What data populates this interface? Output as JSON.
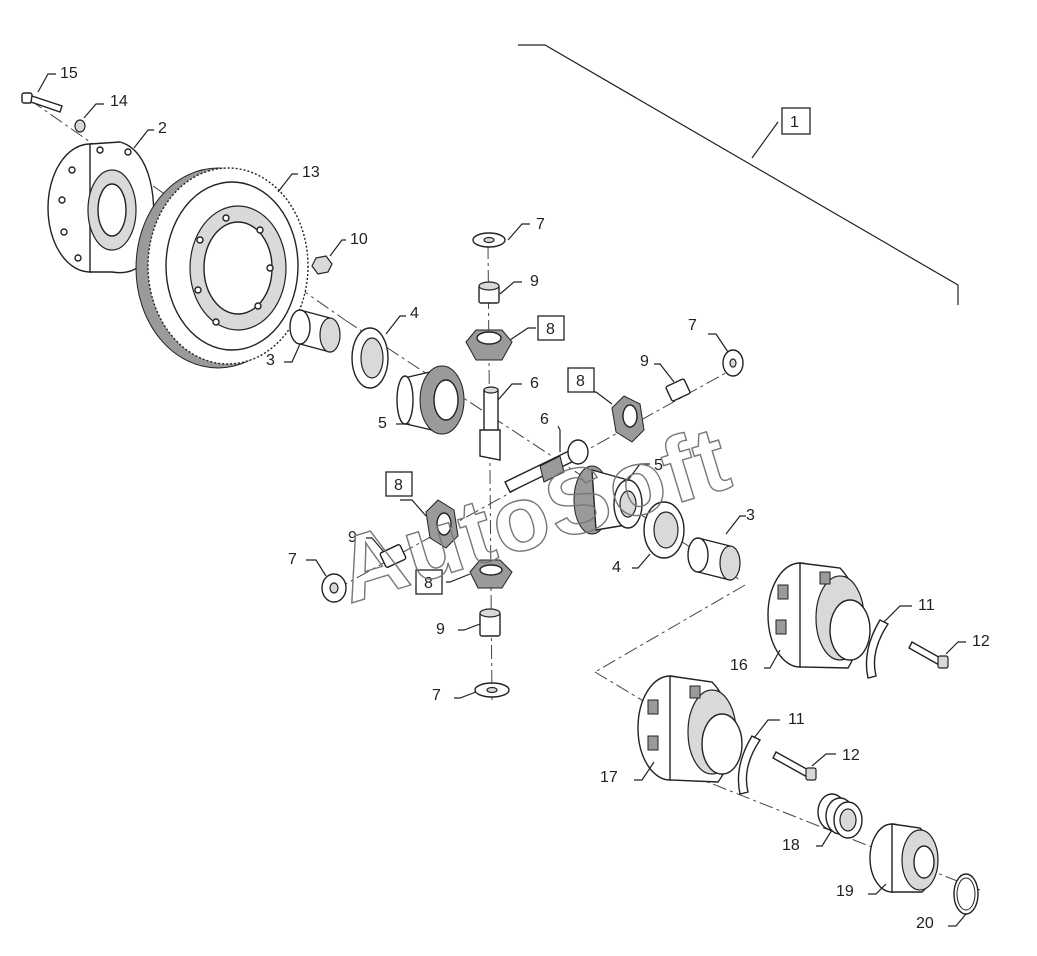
{
  "watermark": "AutoSoft",
  "assembly_label": "1",
  "labels": {
    "l15": "15",
    "l14": "14",
    "l2": "2",
    "l13": "13",
    "l10": "10",
    "l7_top": "7",
    "l9_top": "9",
    "l8_top": "8",
    "l4_left": "4",
    "l3_left": "3",
    "l5_left": "5",
    "l6_top": "6",
    "l7_right": "7",
    "l9_right": "9",
    "l8_right": "8",
    "l6_right": "6",
    "l5_right": "5",
    "l8_left": "8",
    "l9_left": "9",
    "l7_left": "7",
    "l8_bottom": "8",
    "l9_bottom": "9",
    "l7_bottom": "7",
    "l4_right": "4",
    "l3_right": "3",
    "l11_upper": "11",
    "l12_upper": "12",
    "l16": "16",
    "l11_lower": "11",
    "l12_lower": "12",
    "l17": "17",
    "l18": "18",
    "l19": "19",
    "l20": "20"
  },
  "icons": {
    "gear_icon": "ring-gear",
    "bevel_gear_icon": "bevel-gear",
    "bolt_icon": "bolt",
    "housing_icon": "differential-housing"
  }
}
